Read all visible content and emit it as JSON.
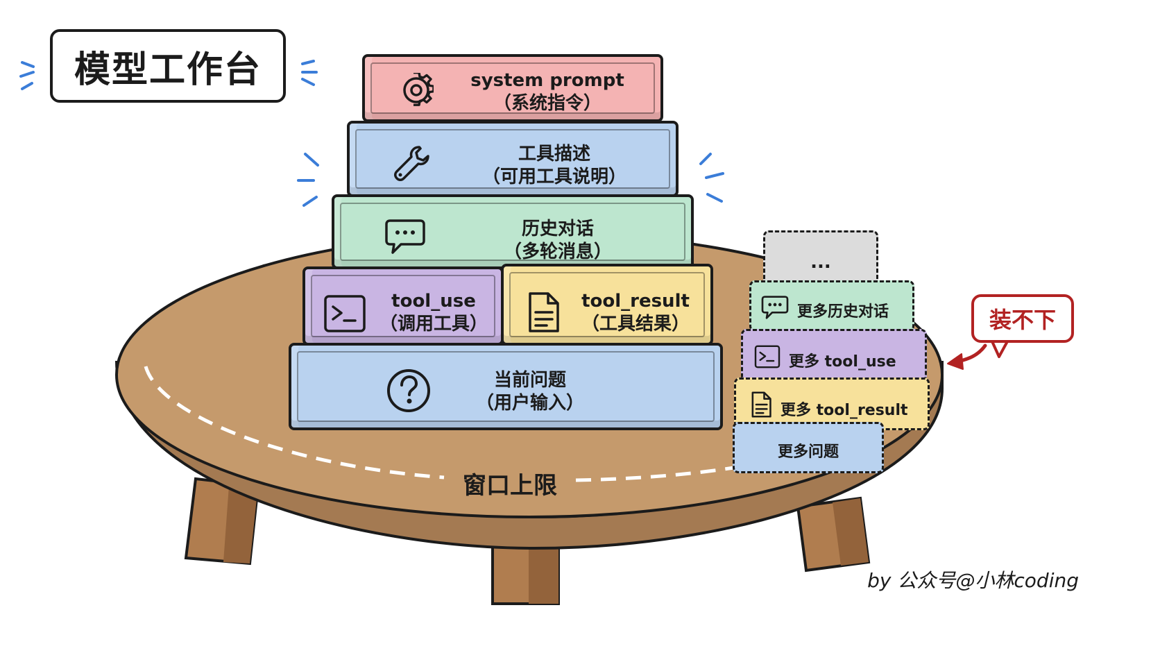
{
  "title": "模型工作台",
  "stack": [
    {
      "key": "system",
      "icon": "gear-icon",
      "line1": "system prompt",
      "line2": "（系统指令）",
      "color": "#f4b3b3"
    },
    {
      "key": "tools",
      "icon": "wrench-icon",
      "line1": "工具描述",
      "line2": "（可用工具说明）",
      "color": "#b9d2ef"
    },
    {
      "key": "history",
      "icon": "chat-bubble-icon",
      "line1": "历史对话",
      "line2": "（多轮消息）",
      "color": "#bde6cf"
    },
    {
      "key": "tool_use",
      "icon": "terminal-icon",
      "line1": "tool_use",
      "line2": "（调用工具）",
      "color": "#c9b5e3"
    },
    {
      "key": "tool_result",
      "icon": "document-icon",
      "line1": "tool_result",
      "line2": "（工具结果）",
      "color": "#f7e19b"
    },
    {
      "key": "question",
      "icon": "question-circle-icon",
      "line1": "当前问题",
      "line2": "（用户输入）",
      "color": "#b9d2ef"
    }
  ],
  "overflow": [
    {
      "key": "ellipsis",
      "icon": "",
      "label": "...",
      "color": "#dcdcdc"
    },
    {
      "key": "more_history",
      "icon": "chat-bubble-icon",
      "label": "更多历史对话",
      "color": "#bde6cf"
    },
    {
      "key": "more_tool_use",
      "icon": "terminal-icon",
      "label": "更多 tool_use",
      "color": "#c9b5e3"
    },
    {
      "key": "more_tool_result",
      "icon": "document-icon",
      "label": "更多 tool_result",
      "color": "#f7e19b"
    },
    {
      "key": "more_question",
      "icon": "",
      "label": "更多问题",
      "color": "#b9d2ef"
    }
  ],
  "callout": "装不下",
  "window_limit": "窗口上限",
  "credit": "by 公众号@小林coding",
  "colors": {
    "table": "#c59a6c",
    "table_edge": "#a47a52",
    "accent": "#b22222",
    "spark": "#3b7dd8"
  }
}
